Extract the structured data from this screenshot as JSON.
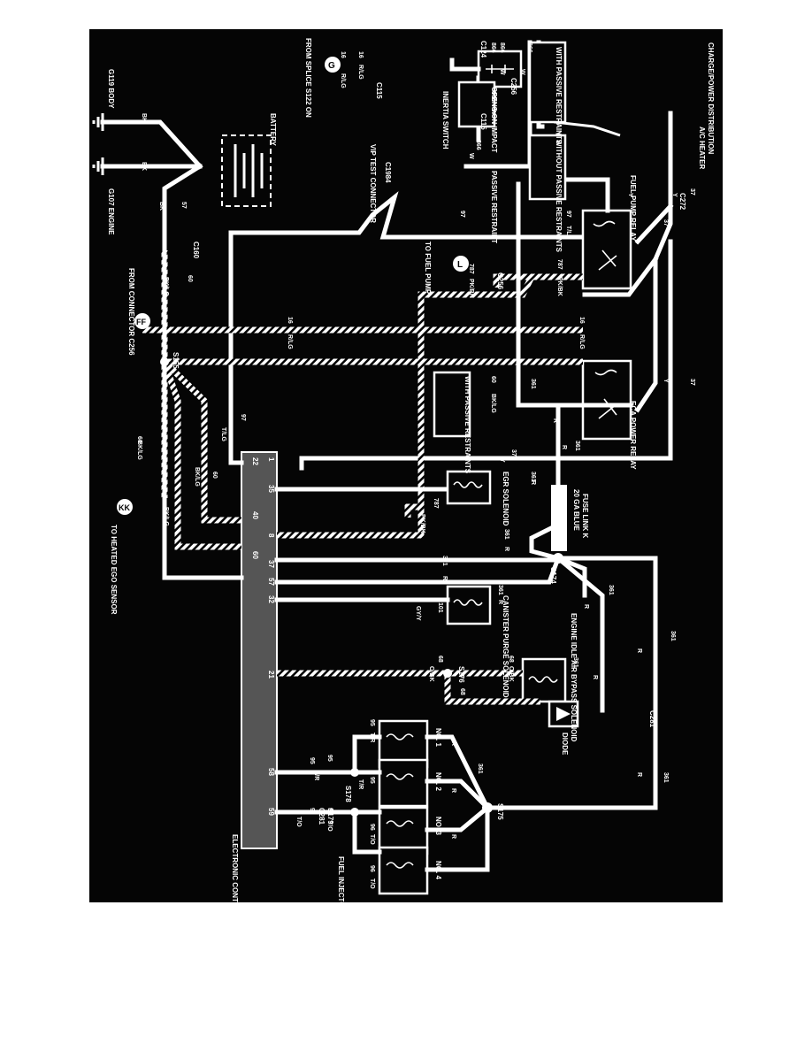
{
  "labels": {
    "charge_power": "CHARGE/POWER DISTRIBUTION",
    "ac_heater": "A/C HEATER",
    "w_passive": "WITH PASSIVE RESTRAINTS",
    "wo_passive": "WITHOUT PASSIVE RESTRAINTS",
    "w_passive2": "WITH PASSIVE RESTRAINTS",
    "fuel_pump_relay": "FUEL PUMP RELAY",
    "eca_power_relay": "ECA POWER RELAY",
    "fuse_link": "FUSE LINK K",
    "fuse_gauge": "20 GA BLUE",
    "egr": "EGR SOLENOID",
    "idle_air": "ENGINE IDLE AIR BYPASS SOLENOID",
    "canister": "CANISTER PURGE SOLENOID",
    "diode": "DIODE",
    "eca": "ELECTRONIC CONTROL ASSEMBLY (ECA)",
    "fuel_injector": "FUEL INJECTOR",
    "battery": "BATTERY",
    "g119": "G119 BODY",
    "g107": "G107 ENGINE",
    "from_splice": "FROM SPLICE S122 ON",
    "from_connector": "FROM CONNECTOR C256",
    "to_heated": "TO HEATED EGO SENSOR",
    "to_fuel_pump": "TO FUEL PUMP",
    "vip": "VIP TEST CONNECTOR",
    "inertia": "INERTIA SWITCH",
    "opens": "OPENS ON IMPACT",
    "passive_restraint": "PASSIVE RESTRAINT",
    "c1984": "C1984",
    "c256": "C256",
    "c256b": "C256",
    "c272": "C272",
    "c124": "C124",
    "c115": "C115",
    "c115b": "C115",
    "c160": "C160",
    "c281": "C281",
    "c281b": "C281",
    "s155": "S155",
    "s174": "S174",
    "s175": "S175",
    "s176": "S176",
    "s178": "S178",
    "s179": "S179",
    "no1": "NO. 1",
    "no2": "NO. 2",
    "no3": "NO. 3",
    "no4": "NO. 4",
    "circle_g": "G",
    "circle_l": "L",
    "circle_ff": "FF",
    "circle_kk": "KK"
  },
  "wire_labels": {
    "w866a": "866",
    "w866b": "866",
    "w866c": "866",
    "w866d": "866",
    "w866e": "866",
    "ww1": "W",
    "ww2": "W",
    "ww3": "W",
    "ww4": "W",
    "w16a": "16",
    "w16b": "16",
    "w16c": "16",
    "w16d": "16",
    "wrlg1": "R/LG",
    "wrlg2": "R/LG",
    "wrlg3": "R/LG",
    "wrlg4": "R/LG",
    "w37a": "37",
    "w37b": "37",
    "w37c": "37",
    "w37d": "37",
    "wy1": "Y",
    "wy2": "Y",
    "wy3": "Y",
    "wy4": "Y",
    "w97a": "97",
    "w97b": "97",
    "w97c": "97",
    "wtlg1": "T/LG",
    "wtlg2": "T/LG",
    "w787a": "787",
    "w787b": "787",
    "w787c": "787",
    "wpkbk1": "PK/BK",
    "wpkbk2": "PK/BK",
    "wpkbk3": "PK/BK",
    "w60a": "60",
    "w60b": "60",
    "w60c": "60",
    "w60d": "60",
    "wbklg1": "BK/LG",
    "wbklg2": "BK/LG",
    "wbklg3": "BK/LG",
    "wbklg4": "BK/LG",
    "wbklg5": "BK/LG",
    "w57": "57",
    "wbk1": "BK",
    "wbk2": "BK",
    "wbk3": "BK",
    "w361a": "361",
    "w361b": "361",
    "w361c": "361",
    "w361d": "361",
    "w361e": "361",
    "w361f": "361",
    "w361g": "361",
    "w361h": "361",
    "w361i": "361",
    "w361j": "361",
    "w361k": "361",
    "wr1": "R",
    "wr2": "R",
    "wr3": "R",
    "wr4": "R",
    "wr5": "R",
    "wr6": "R",
    "wr7": "R",
    "wr8": "R",
    "wr9": "R",
    "wr10": "R",
    "wr11": "R",
    "wr12": "R",
    "wr13": "R",
    "w101": "101",
    "wgyy": "GY/Y",
    "w68a": "68",
    "w68b": "68",
    "w68c": "68",
    "wobk1": "O/BK",
    "wobk2": "O/BK",
    "w95a": "95",
    "w95b": "95",
    "w95c": "95",
    "w95d": "95",
    "wtr1": "T/R",
    "wtr2": "T/R",
    "wtr3": "T/R",
    "w96a": "96",
    "w96b": "96",
    "w96c": "96",
    "w96d": "96",
    "wto1": "T/O",
    "wto2": "T/O",
    "wto3": "T/O",
    "wto4": "T/O"
  },
  "eca_pins": [
    "1",
    "22",
    "35",
    "40",
    "8",
    "60",
    "37",
    "57",
    "32",
    "21",
    "58",
    "59"
  ]
}
